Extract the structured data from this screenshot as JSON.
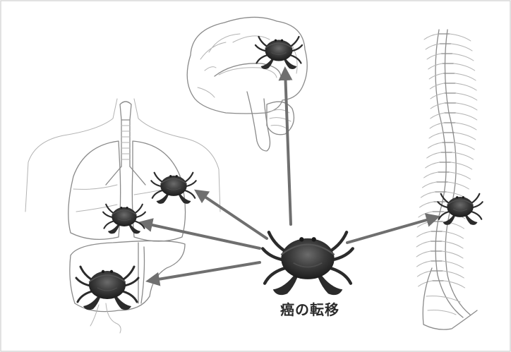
{
  "caption": "癌の転移",
  "colors": {
    "arrow": "#6f6f6f",
    "crab": "#2b2b2b",
    "line_art": "#8a8a8a",
    "border": "#cfcfcf"
  },
  "illustrations": [
    "torso-lungs-liver",
    "brain-sagittal",
    "spine"
  ],
  "crab_icons": [
    "crab-main",
    "crab-brain",
    "crab-spine",
    "crab-lung-right",
    "crab-lung-center",
    "crab-liver"
  ]
}
